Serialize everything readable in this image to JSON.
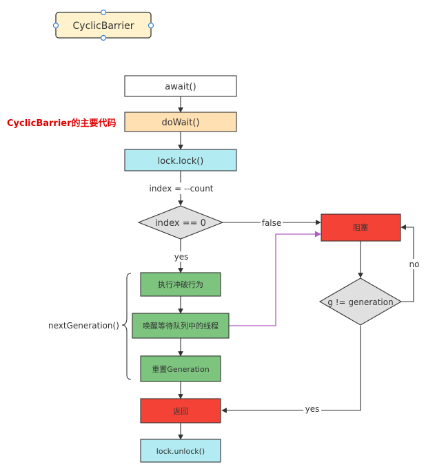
{
  "title_node": {
    "label": "CyclicBarrier",
    "fill": "#fff2cc",
    "stroke": "#333333"
  },
  "annotation": {
    "text": "CyclicBarrier的主要代码",
    "color": "#e00000"
  },
  "nodes": {
    "await": {
      "label": "await()",
      "fill": "#ffffff"
    },
    "doWait": {
      "label": "doWait()",
      "fill": "#ffe0b2"
    },
    "lock": {
      "label": "lock.lock()",
      "fill": "#b2ebf2"
    },
    "decision1": {
      "label": "index == 0",
      "fill": "#e0e0e0"
    },
    "breakAct": {
      "label": "执行冲破行为",
      "fill": "#7dc47f"
    },
    "wake": {
      "label": "唤醒等待队列中的线程",
      "fill": "#7dc47f"
    },
    "resetGen": {
      "label": "重置Generation",
      "fill": "#7dc47f"
    },
    "ret": {
      "label": "返回",
      "fill": "#f44336"
    },
    "unlock": {
      "label": "lock.unlock()",
      "fill": "#b2ebf2"
    },
    "block": {
      "label": "阻塞",
      "fill": "#f44336"
    },
    "decision2": {
      "label": "g != generation",
      "fill": "#e0e0e0"
    }
  },
  "edge_labels": {
    "count": "index = --count",
    "false": "false",
    "yes1": "yes",
    "no": "no",
    "yes2": "yes"
  },
  "brace_label": "nextGeneration()",
  "colors": {
    "stroke": "#333333",
    "wake_edge": "#b05cc0",
    "handle": "#2f7dd3"
  }
}
